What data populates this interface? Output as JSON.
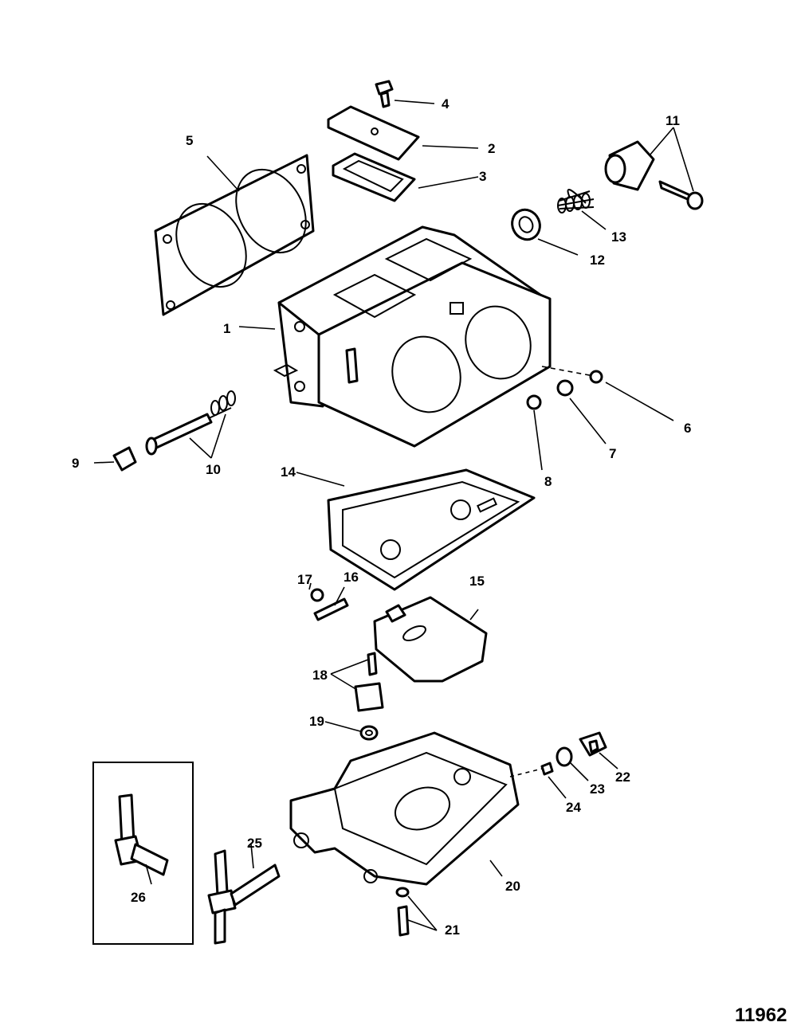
{
  "figure_number": "11962",
  "callouts": {
    "c1": "1",
    "c2": "2",
    "c3": "3",
    "c4": "4",
    "c5": "5",
    "c6": "6",
    "c7": "7",
    "c8": "8",
    "c9": "9",
    "c10": "10",
    "c11": "11",
    "c12": "12",
    "c13": "13",
    "c14": "14",
    "c15": "15",
    "c16": "16",
    "c17": "17",
    "c18": "18",
    "c19": "19",
    "c20": "20",
    "c21": "21",
    "c22": "22",
    "c23": "23",
    "c24": "24",
    "c25": "25",
    "c26": "26"
  }
}
